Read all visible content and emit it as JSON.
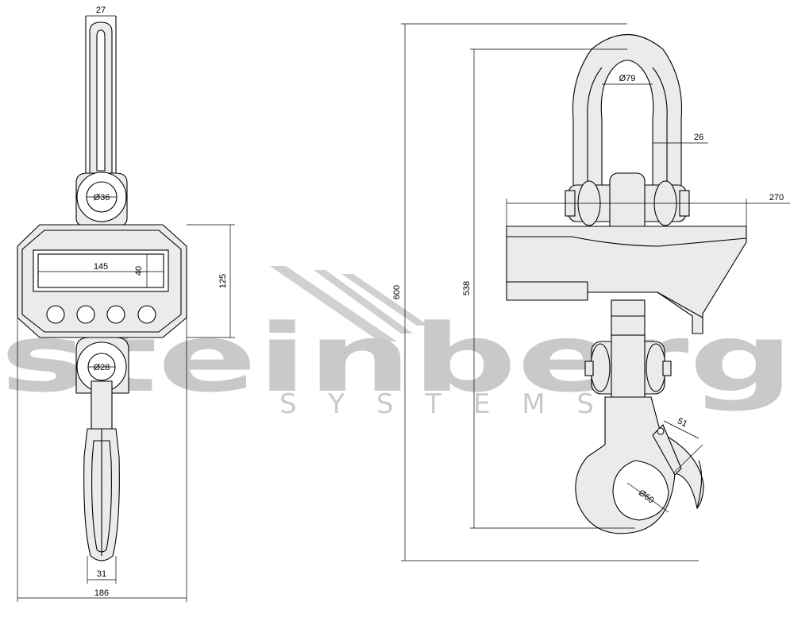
{
  "watermark": {
    "brand": "steinberg",
    "sub": "S Y S T E M S",
    "color": "#c8c8c8"
  },
  "dimensions": {
    "left_view": {
      "top_width": "27",
      "eye_diameter": "Ø36",
      "display_width": "145",
      "display_height": "40",
      "body_height": "125",
      "bottom_eye_diameter": "Ø28",
      "hook_width": "31",
      "overall_width": "186"
    },
    "right_view": {
      "shackle_diameter": "Ø79",
      "shackle_thickness": "26",
      "body_width": "270",
      "overall_height": "600",
      "hook_height": "538",
      "hook_opening": "51",
      "hook_diameter": "Ø60"
    }
  }
}
